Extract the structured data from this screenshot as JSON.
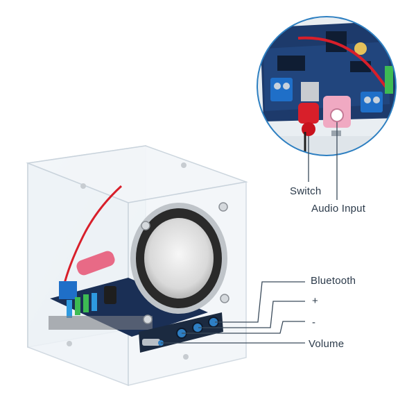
{
  "callouts": {
    "switch": "Switch",
    "audio_input": "Audio Input",
    "bluetooth": "Bluetooth",
    "plus": "+",
    "minus": "-",
    "volume": "Volume"
  },
  "colors": {
    "callout_circle": "#2d7fc1",
    "leader_line": "#3a4a5a",
    "pcb": "#1d3a6b",
    "terminal_blue": "#1f6fc8",
    "switch_red": "#d81f2a",
    "jack_pink": "#f0a9c2",
    "acrylic_edge": "#c9d3dc"
  }
}
